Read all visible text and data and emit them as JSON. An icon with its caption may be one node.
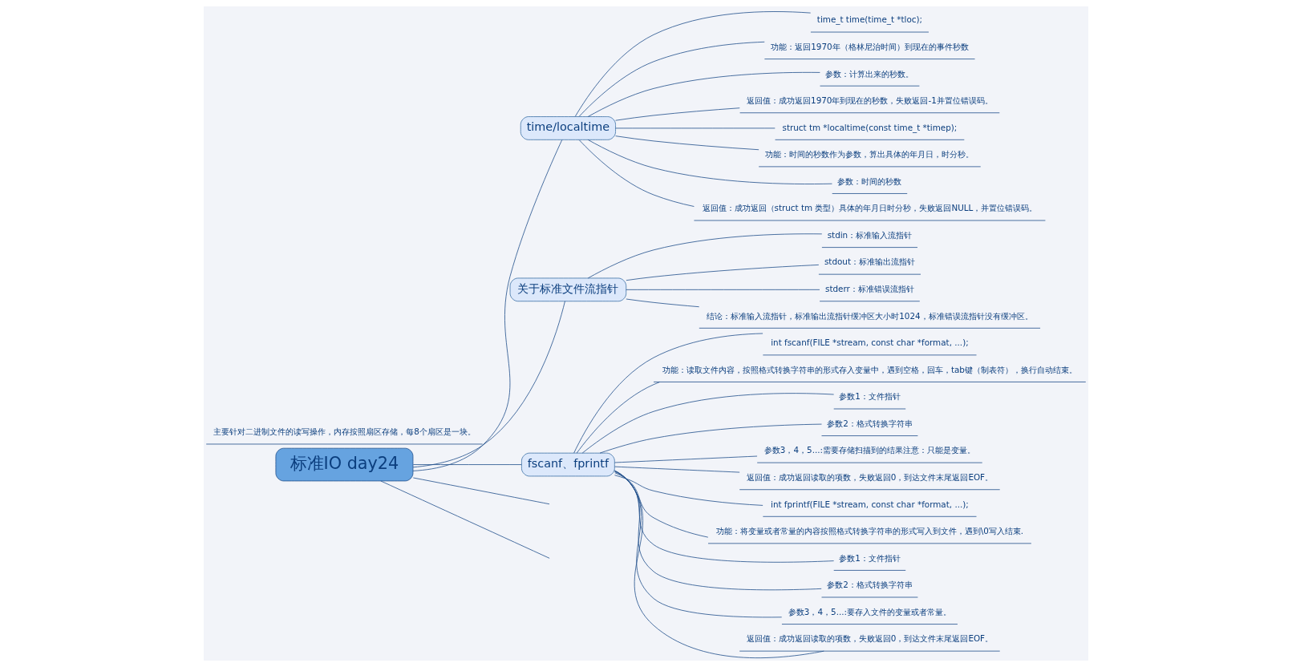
{
  "diagram": {
    "nodes": [
      {
        "text": [
          "标准IO day24"
        ]
      },
      {
        "text": [
          "time/localtime"
        ]
      },
      {
        "text": [
          "time_t time(time_t *tloc);"
        ]
      },
      {
        "text": [
          "功能：返回1970年（格林尼治时间）到现在的事件秒数"
        ]
      },
      {
        "text": [
          "参数：计算出来的秒数。"
        ]
      },
      {
        "text": [
          "返回值：成功返回1970年到现在的秒数，失败返回-1并置位错误码。"
        ]
      },
      {
        "text": [
          "struct tm *localtime(const time_t *timep);"
        ]
      },
      {
        "text": [
          "功能：时间的秒数作为参数，算出具体的年月日，时分秒。"
        ]
      },
      {
        "text": [
          "参数：时间的秒数"
        ]
      },
      {
        "text": [
          "返回值：成功返回（struct tm 类型）具体的年月日时分秒，失败返回NULL，并置位错误码。"
        ]
      },
      {
        "text": [
          "关于标准文件流指针"
        ]
      },
      {
        "text": [
          "stdin：标准输入流指针"
        ]
      },
      {
        "text": [
          "stdout：标准输出流指针"
        ]
      },
      {
        "text": [
          "stderr：标准错误流指针"
        ]
      },
      {
        "text": [
          "结论：标准输入流指针，标准输出流指针缓冲区大小时1024，标准错误流指针没有缓冲区。"
        ]
      },
      {
        "text": [
          "fscanf、fprintf"
        ]
      },
      {
        "text": [
          "int fscanf(FILE *stream, const char *format, ...);"
        ]
      },
      {
        "text": [
          "功能：读取文件内容，按照格式转换字符串的形式存入变量中，遇到空格，回车，tab键（制表符），换行自动结束。"
        ]
      },
      {
        "text": [
          "参数1：文件指针"
        ]
      },
      {
        "text": [
          "参数2：格式转换字符串"
        ]
      },
      {
        "text": [
          "参数3，4，5...:需要存储扫描到的结果注意：只能是变量。"
        ]
      },
      {
        "text": [
          "返回值：成功返回读取的项数，失败返回0，到达文件末尾返回EOF。"
        ]
      },
      {
        "text": [
          "int fprintf(FILE *stream, const char *format, ...);"
        ]
      },
      {
        "text": [
          "功能：将变量或者常量的内容按照格式转换字符串的形式写入到文件，遇到\\0写入结束."
        ]
      },
      {
        "text": [
          "参数1：文件指针"
        ]
      },
      {
        "text": [
          "参数2：格式转换字符串"
        ]
      },
      {
        "text": [
          "参数3，4，5...:要存入文件的变量或者常量。"
        ]
      },
      {
        "text": [
          "返回值：成功返回读取的项数，失败返回0，到达文件末尾返回EOF。"
        ]
      },
      {
        "text": [
          "主要针对二进制文件的读写操作，内存按照扇区存储，每8个扇区是一块。"
        ]
      }
    ],
    "edges": [
      {
        "from": 0,
        "to": 1,
        "arrow": "none"
      },
      {
        "from": 1,
        "to": 2,
        "arrow": "none"
      },
      {
        "from": 1,
        "to": 3,
        "arrow": "none"
      },
      {
        "from": 1,
        "to": 4,
        "arrow": "none"
      },
      {
        "from": 1,
        "to": 5,
        "arrow": "none"
      },
      {
        "from": 1,
        "to": 6,
        "arrow": "none"
      },
      {
        "from": 1,
        "to": 7,
        "arrow": "none"
      },
      {
        "from": 1,
        "to": 8,
        "arrow": "none"
      },
      {
        "from": 1,
        "to": 9,
        "arrow": "none"
      },
      {
        "from": 0,
        "to": 10,
        "arrow": "none"
      },
      {
        "from": 10,
        "to": 11,
        "arrow": "none"
      },
      {
        "from": 10,
        "to": 12,
        "arrow": "none"
      },
      {
        "from": 10,
        "to": 13,
        "arrow": "none"
      },
      {
        "from": 10,
        "to": 14,
        "arrow": "none"
      },
      {
        "from": 0,
        "to": 15,
        "arrow": "none"
      },
      {
        "from": 15,
        "to": 16,
        "arrow": "none"
      },
      {
        "from": 15,
        "to": 17,
        "arrow": "none"
      },
      {
        "from": 15,
        "to": 18,
        "arrow": "none"
      },
      {
        "from": 15,
        "to": 19,
        "arrow": "none"
      },
      {
        "from": 15,
        "to": 20,
        "arrow": "none"
      },
      {
        "from": 15,
        "to": 21,
        "arrow": "none"
      },
      {
        "from": 15,
        "to": 22,
        "arrow": "none"
      },
      {
        "from": 15,
        "to": 23,
        "arrow": "none"
      },
      {
        "from": 15,
        "to": 24,
        "arrow": "none"
      },
      {
        "from": 15,
        "to": 25,
        "arrow": "none"
      },
      {
        "from": 15,
        "to": 26,
        "arrow": "none"
      },
      {
        "from": 15,
        "to": 27,
        "arrow": "none"
      },
      {
        "from": 0,
        "to": null,
        "arrow": "none"
      },
      {
        "from": 0,
        "to": null,
        "arrow": "none"
      }
    ]
  }
}
